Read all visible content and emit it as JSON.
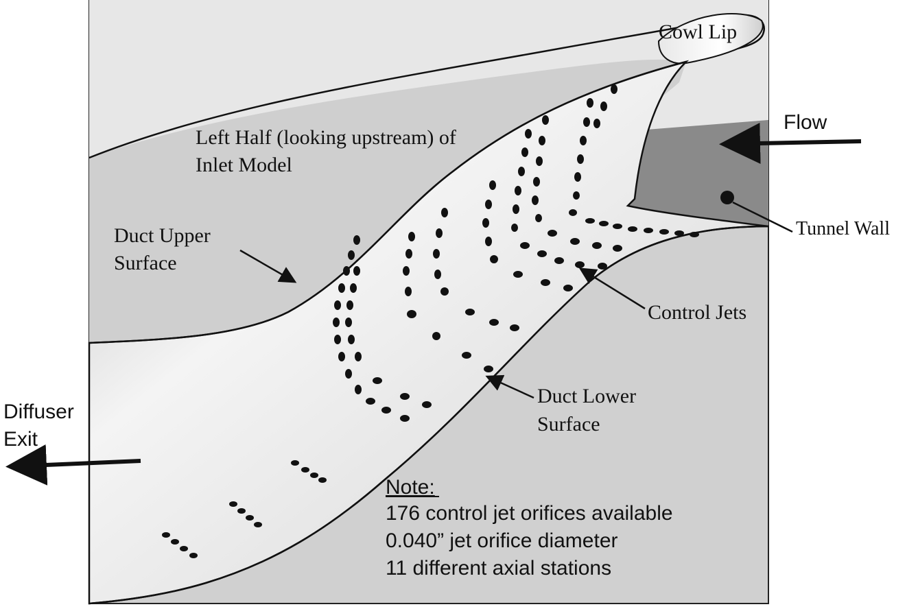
{
  "labels": {
    "cowl_lip": "Cowl Lip",
    "flow": "Flow",
    "left_half_line1": "Left Half (looking upstream) of",
    "left_half_line2": "Inlet Model",
    "tunnel_wall": "Tunnel Wall",
    "duct_upper_line1": "Duct Upper",
    "duct_upper_line2": "Surface",
    "control_jets": "Control Jets",
    "duct_lower_line1": "Duct Lower",
    "duct_lower_line2": "Surface",
    "diffuser_line1": "Diffuser",
    "diffuser_line2": "Exit"
  },
  "note": {
    "heading": "Note:",
    "line1": "176 control jet orifices available",
    "line2": "0.040” jet orifice diameter",
    "line3": "11 different axial stations"
  },
  "colors": {
    "background_panel": "#d2d2d2",
    "upper_region": "#e6e6e6",
    "tunnel_wall": "#8a8a8a",
    "duct_surface": "#e9e9e9",
    "jets": "#111111"
  }
}
